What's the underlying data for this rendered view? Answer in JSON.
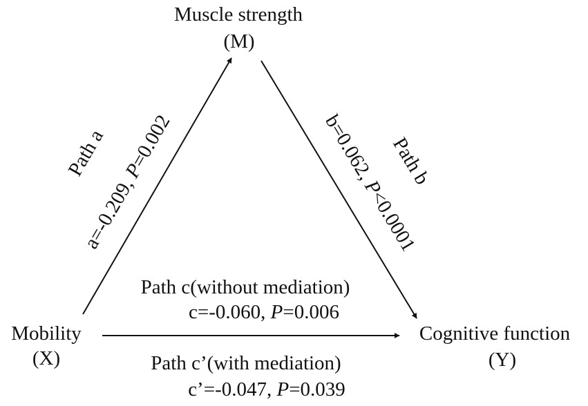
{
  "nodes": {
    "m": {
      "label": "Muscle strength",
      "symbol": "(M)"
    },
    "x": {
      "label": "Mobility",
      "symbol": "(X)"
    },
    "y": {
      "label": "Cognitive function",
      "symbol": "(Y)"
    }
  },
  "paths": {
    "a": {
      "name": "Path a",
      "coef_label": "a=-0.209, ",
      "p_symbol": "P",
      "p_text": "=0.002"
    },
    "b": {
      "name": "Path b",
      "coef_label": "b=0.062, ",
      "p_symbol": "P",
      "p_text": "<0.0001"
    },
    "c": {
      "name": "Path c(without mediation)",
      "coef_label": "c=-0.060, ",
      "p_symbol": "P",
      "p_text": "=0.006"
    },
    "c_prime": {
      "name": "Path c’(with mediation)",
      "coef_label": "c’=-0.047, ",
      "p_symbol": "P",
      "p_text": "=0.039"
    }
  },
  "colors": {
    "ink": "#111111",
    "background": "#ffffff"
  }
}
